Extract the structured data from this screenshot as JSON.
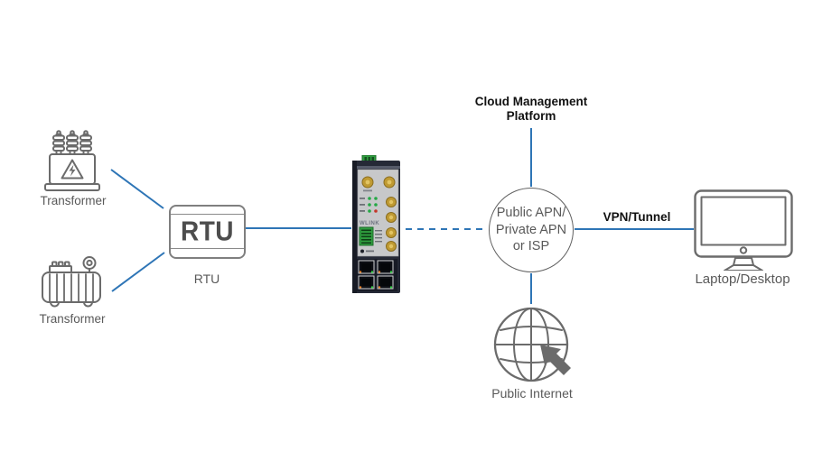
{
  "colors": {
    "line_blue": "#2E75B6",
    "icon_gray": "#6b6b6b",
    "label_gray": "#595959",
    "label_black": "#111111",
    "router_body": "#252936",
    "router_panel": "#c7c8ca",
    "connector_gold": "#bf9a33",
    "terminal_green": "#2f9e3f"
  },
  "nodes": {
    "transformer_top": {
      "label": "Transformer"
    },
    "transformer_bottom": {
      "label": "Transformer"
    },
    "rtu": {
      "box_text": "RTU",
      "label": "RTU"
    },
    "router": {
      "brand": "WLINK"
    },
    "apn": {
      "text": "Public APN/\nPrivate APN\nor ISP"
    },
    "cloud": {
      "label": "Cloud Management\nPlatform"
    },
    "internet": {
      "label": "Public Internet"
    },
    "computer": {
      "label": "Laptop/Desktop"
    }
  },
  "edges": {
    "vpn_tunnel_label": "VPN/Tunnel"
  }
}
